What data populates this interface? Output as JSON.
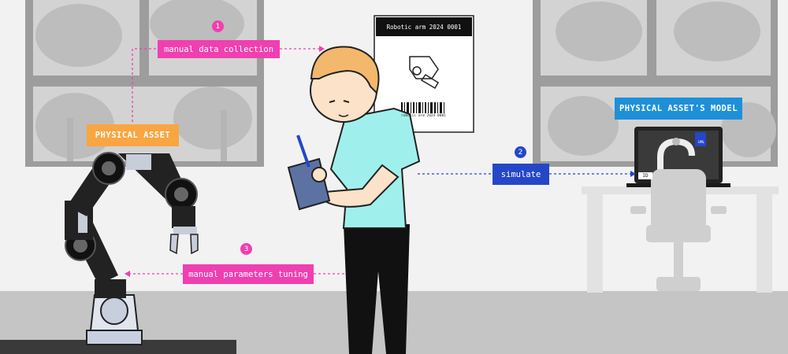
{
  "labels": {
    "manual_data_collection": "manual data collection",
    "simulate": "simulate",
    "manual_parameters_tuning": "manual parameters tuning",
    "physical_asset": "PHYSICAL ASSET",
    "physical_assets_model": "PHYSICAL ASSET'S MODEL"
  },
  "steps": {
    "one": "1",
    "two": "2",
    "three": "3"
  },
  "datasheet": {
    "title": "Robotic arm 2024 0001",
    "code": "robotic arm 2024 0001"
  },
  "laptop": {
    "id_tag": "ID",
    "uml_tag": "UML"
  },
  "colors": {
    "pink": "#f03fb0",
    "blue": "#2547c7",
    "orange": "#f9a541",
    "cyan": "#1e90d8",
    "shirt": "#9ff0ec",
    "window_grey": "#c9c9c9",
    "floor_grey": "#c5c5c5"
  }
}
